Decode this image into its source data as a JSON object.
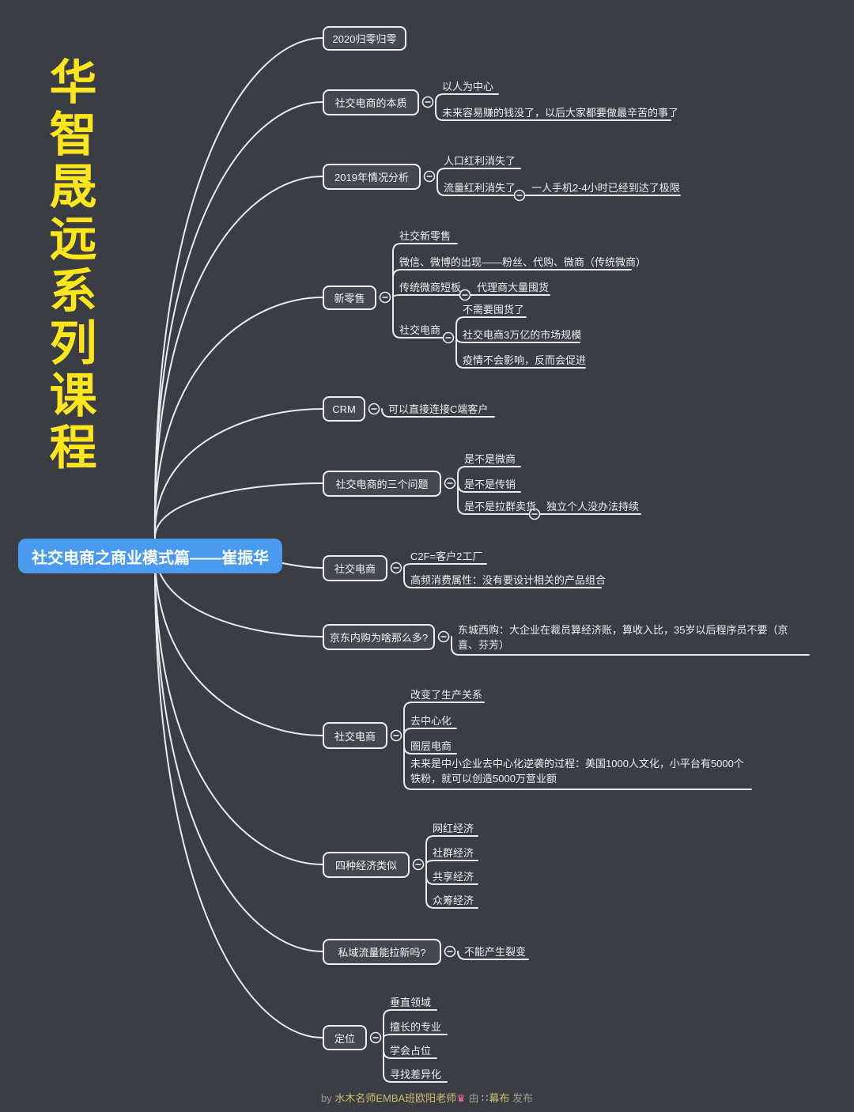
{
  "title": "华智晟远系列课程",
  "center": {
    "label": "社交电商之商业模式篇——崔振华"
  },
  "branches": [
    {
      "label": "2020归零归零",
      "children": []
    },
    {
      "label": "社交电商的本质",
      "children": [
        {
          "label": "以人为中心"
        },
        {
          "label": "未来容易赚的钱没了，以后大家都要做最辛苦的事了"
        }
      ]
    },
    {
      "label": "2019年情况分析",
      "children": [
        {
          "label": "人口红利消失了"
        },
        {
          "label": "流量红利消失了",
          "children": [
            {
              "label": "一人手机2-4小时已经到达了极限"
            }
          ]
        }
      ]
    },
    {
      "label": "新零售",
      "children": [
        {
          "label": "社交新零售"
        },
        {
          "label": "微信、微博的出现——粉丝、代购、微商（传统微商）"
        },
        {
          "label": "传统微商短板",
          "children": [
            {
              "label": "代理商大量囤货"
            }
          ]
        },
        {
          "label": "社交电商",
          "children": [
            {
              "label": "不需要囤货了"
            },
            {
              "label": "社交电商3万亿的市场规模"
            },
            {
              "label": "疫情不会影响，反而会促进"
            }
          ]
        }
      ]
    },
    {
      "label": "CRM",
      "children": [
        {
          "label": "可以直接连接C端客户"
        }
      ]
    },
    {
      "label": "社交电商的三个问题",
      "children": [
        {
          "label": "是不是微商"
        },
        {
          "label": "是不是传销"
        },
        {
          "label": "是不是拉群卖货",
          "children": [
            {
              "label": "独立个人没办法持续"
            }
          ]
        }
      ]
    },
    {
      "label": "社交电商",
      "children": [
        {
          "label": "C2F=客户2工厂"
        },
        {
          "label": "高频消费属性：没有要设计相关的产品组合"
        }
      ]
    },
    {
      "label": "京东内购为啥那么多?",
      "children": [
        {
          "label": "东城西购：大企业在裁员算经济账，算收入比，35岁以后程序员不要（京喜、芬芳）"
        }
      ]
    },
    {
      "label": "社交电商",
      "children": [
        {
          "label": "改变了生产关系"
        },
        {
          "label": "去中心化"
        },
        {
          "label": "圈层电商"
        },
        {
          "label": "未来是中小企业去中心化逆袭的过程：美国1000人文化，小平台有5000个铁粉，就可以创造5000万营业额"
        }
      ]
    },
    {
      "label": "四种经济类似",
      "children": [
        {
          "label": "网红经济"
        },
        {
          "label": "社群经济"
        },
        {
          "label": "共享经济"
        },
        {
          "label": "众筹经济"
        }
      ]
    },
    {
      "label": "私域流量能拉新吗?",
      "children": [
        {
          "label": "不能产生裂变"
        }
      ]
    },
    {
      "label": "定位",
      "children": [
        {
          "label": "垂直领域"
        },
        {
          "label": "擅长的专业"
        },
        {
          "label": "学会占位"
        },
        {
          "label": "寻找差异化"
        }
      ]
    }
  ],
  "footer": {
    "by": "by ",
    "author": "水木名师EMBA班欧阳老师",
    "crown_glyph": "♛",
    "via": " 由 ",
    "logo_glyph": "∷",
    "platform": "幕布",
    "publish": " 发布"
  },
  "colors": {
    "background": "#3a3e44",
    "accent_blue": "#4a9bf0",
    "title_yellow": "#ffe61c",
    "line": "#e8eaec",
    "footer_gold": "#cdbd6d"
  }
}
